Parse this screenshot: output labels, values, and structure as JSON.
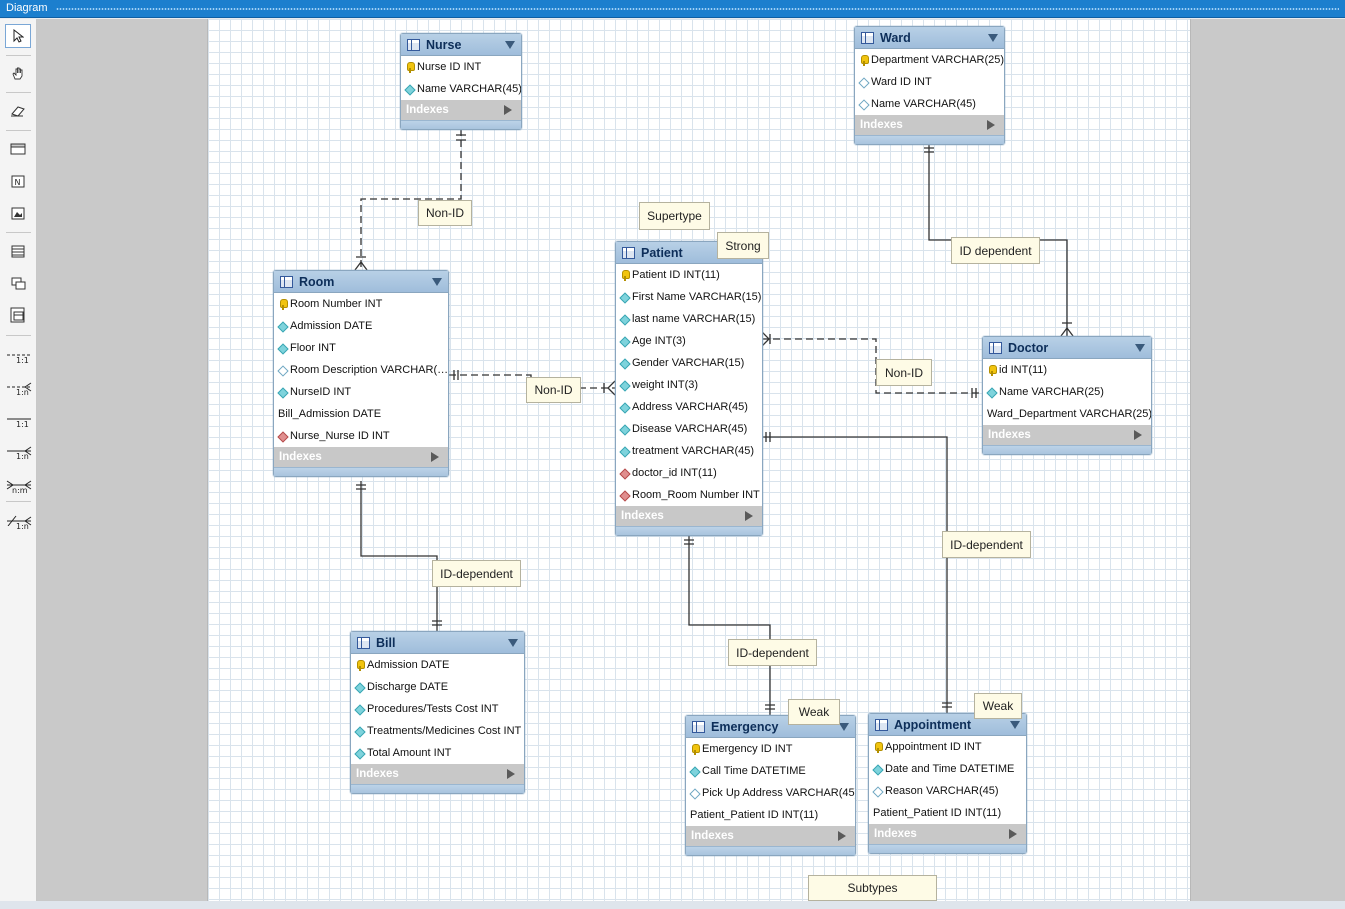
{
  "window": {
    "title": "Diagram"
  },
  "toolbar": {
    "relationship_tools": [
      {
        "label": "1:1",
        "kind": "non-identifying"
      },
      {
        "label": "1:n",
        "kind": "non-identifying"
      },
      {
        "label": "1:1",
        "kind": "identifying"
      },
      {
        "label": "1:n",
        "kind": "identifying"
      },
      {
        "label": "n:m",
        "kind": "identifying"
      },
      {
        "label": "1:n",
        "kind": "existing-columns"
      }
    ]
  },
  "indexes_label": "Indexes",
  "tables": {
    "nurse": {
      "name": "Nurse",
      "columns": [
        {
          "text": "Nurse ID INT",
          "icon": "pk"
        },
        {
          "text": "Name VARCHAR(45)",
          "icon": "att"
        }
      ]
    },
    "ward": {
      "name": "Ward",
      "columns": [
        {
          "text": "Department VARCHAR(25)",
          "icon": "pk"
        },
        {
          "text": "Ward ID INT",
          "icon": "nn"
        },
        {
          "text": "Name VARCHAR(45)",
          "icon": "nn"
        }
      ]
    },
    "room": {
      "name": "Room",
      "columns": [
        {
          "text": "Room Number INT",
          "icon": "pk"
        },
        {
          "text": "Admission DATE",
          "icon": "att"
        },
        {
          "text": "Floor INT",
          "icon": "att"
        },
        {
          "text": "Room Description VARCHAR(…",
          "icon": "nn"
        },
        {
          "text": "NurseID INT",
          "icon": "att"
        },
        {
          "text": "Bill_Admission DATE",
          "icon": "none"
        },
        {
          "text": "Nurse_Nurse ID INT",
          "icon": "fk"
        }
      ]
    },
    "patient": {
      "name": "Patient",
      "columns": [
        {
          "text": "Patient ID INT(11)",
          "icon": "pk"
        },
        {
          "text": "First Name VARCHAR(15)",
          "icon": "att"
        },
        {
          "text": "last name VARCHAR(15)",
          "icon": "att"
        },
        {
          "text": "Age INT(3)",
          "icon": "att"
        },
        {
          "text": "Gender VARCHAR(15)",
          "icon": "att"
        },
        {
          "text": "weight INT(3)",
          "icon": "att"
        },
        {
          "text": "Address VARCHAR(45)",
          "icon": "att"
        },
        {
          "text": "Disease VARCHAR(45)",
          "icon": "att"
        },
        {
          "text": "treatment VARCHAR(45)",
          "icon": "att"
        },
        {
          "text": "doctor_id INT(11)",
          "icon": "fk"
        },
        {
          "text": "Room_Room Number INT",
          "icon": "fk"
        }
      ]
    },
    "doctor": {
      "name": "Doctor",
      "columns": [
        {
          "text": "id INT(11)",
          "icon": "pk"
        },
        {
          "text": "Name VARCHAR(25)",
          "icon": "att"
        },
        {
          "text": "Ward_Department VARCHAR(25)",
          "icon": "none"
        }
      ]
    },
    "bill": {
      "name": "Bill",
      "columns": [
        {
          "text": "Admission DATE",
          "icon": "pk"
        },
        {
          "text": "Discharge DATE",
          "icon": "att"
        },
        {
          "text": "Procedures/Tests Cost INT",
          "icon": "att"
        },
        {
          "text": "Treatments/Medicines Cost INT",
          "icon": "att"
        },
        {
          "text": "Total Amount INT",
          "icon": "att"
        }
      ]
    },
    "emergency": {
      "name": "Emergency",
      "columns": [
        {
          "text": "Emergency ID INT",
          "icon": "pk"
        },
        {
          "text": "Call Time DATETIME",
          "icon": "att"
        },
        {
          "text": "Pick Up Address VARCHAR(45)",
          "icon": "nn"
        },
        {
          "text": "Patient_Patient ID INT(11)",
          "icon": "none"
        }
      ]
    },
    "appointment": {
      "name": "Appointment",
      "columns": [
        {
          "text": "Appointment ID INT",
          "icon": "pk"
        },
        {
          "text": "Date and Time DATETIME",
          "icon": "att"
        },
        {
          "text": "Reason VARCHAR(45)",
          "icon": "nn"
        },
        {
          "text": "Patient_Patient ID INT(11)",
          "icon": "none"
        }
      ]
    }
  },
  "notes": {
    "supertype": "Supertype",
    "strong": "Strong",
    "nurse_room": "Non-ID",
    "room_patient": "Non-ID",
    "patient_doctor": "Non-ID",
    "ward_doctor": "ID dependent",
    "room_bill": "ID-dependent",
    "patient_emergency": "ID-dependent",
    "patient_appointment": "ID-dependent",
    "weak_emergency": "Weak",
    "weak_appointment": "Weak",
    "subtypes": "Subtypes"
  },
  "colors": {
    "header": "#a8c5e0",
    "indexes": "#c8c8c8",
    "note": "#fefbe6",
    "line": "#333333",
    "titlebar": "#1c7fce"
  }
}
